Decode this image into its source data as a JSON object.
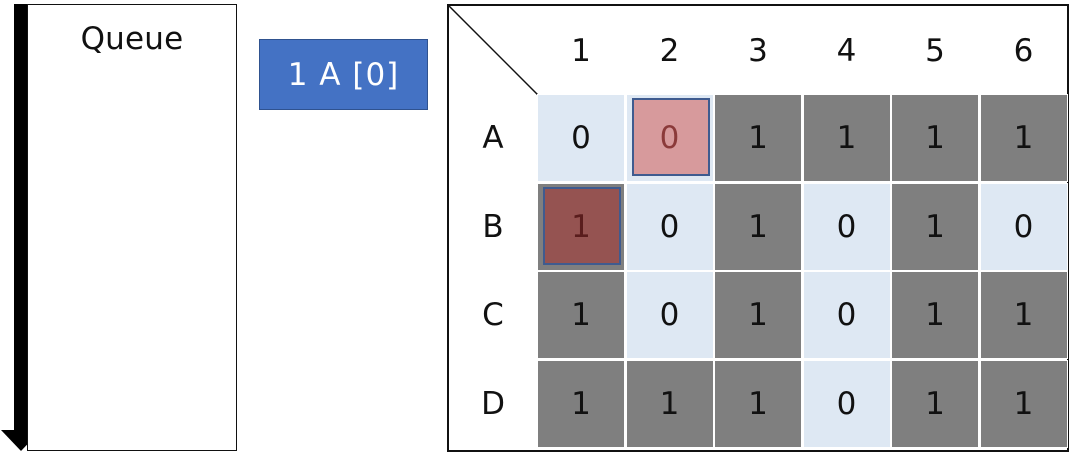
{
  "queue": {
    "title": "Queue",
    "items": []
  },
  "current_node": {
    "label": "1 A [0]"
  },
  "grid": {
    "columns": [
      "1",
      "2",
      "3",
      "4",
      "5",
      "6"
    ],
    "rows": [
      {
        "label": "A",
        "cells": [
          "0",
          "0",
          "1",
          "1",
          "1",
          "1"
        ]
      },
      {
        "label": "B",
        "cells": [
          "1",
          "0",
          "1",
          "0",
          "1",
          "0"
        ]
      },
      {
        "label": "C",
        "cells": [
          "1",
          "0",
          "1",
          "0",
          "1",
          "1"
        ]
      },
      {
        "label": "D",
        "cells": [
          "1",
          "1",
          "1",
          "0",
          "1",
          "1"
        ]
      }
    ],
    "highlights": [
      {
        "row": "A",
        "col": "2",
        "style": "visited-current",
        "color": "#d79a9c"
      },
      {
        "row": "B",
        "col": "1",
        "style": "visited-start",
        "color": "#955351"
      }
    ],
    "colors": {
      "open": "#dee8f3",
      "wall": "#7f7f7f",
      "badge": "#4472c4"
    }
  }
}
